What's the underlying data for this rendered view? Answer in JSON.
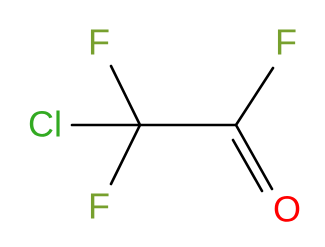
{
  "molecule": {
    "atoms": {
      "cl": {
        "symbol": "Cl",
        "color": "#33aa22"
      },
      "f_top": {
        "symbol": "F",
        "color": "#77a02e"
      },
      "f_bottom": {
        "symbol": "F",
        "color": "#77a02e"
      },
      "f_acyl": {
        "symbol": "F",
        "color": "#77a02e"
      },
      "o": {
        "symbol": "O",
        "color": "#ff0000"
      }
    }
  }
}
